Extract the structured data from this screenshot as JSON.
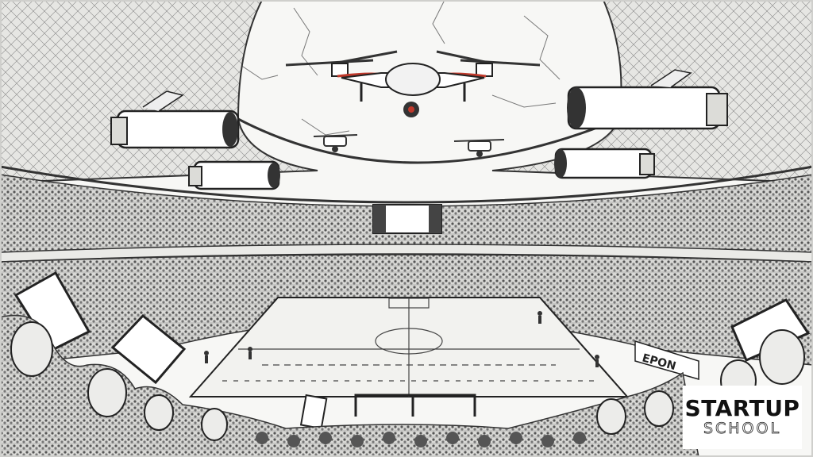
{
  "scene": {
    "description_free": true,
    "style": "pencil sketch illustration",
    "colors": {
      "ink": "#222222",
      "paper": "#f4f4f2",
      "accent_red": "#c0392b",
      "logo_bg": "#ffffff"
    }
  },
  "banner": {
    "text": "EPON"
  },
  "logo": {
    "line1": "STARTUP",
    "line2": "SCHOOL"
  }
}
